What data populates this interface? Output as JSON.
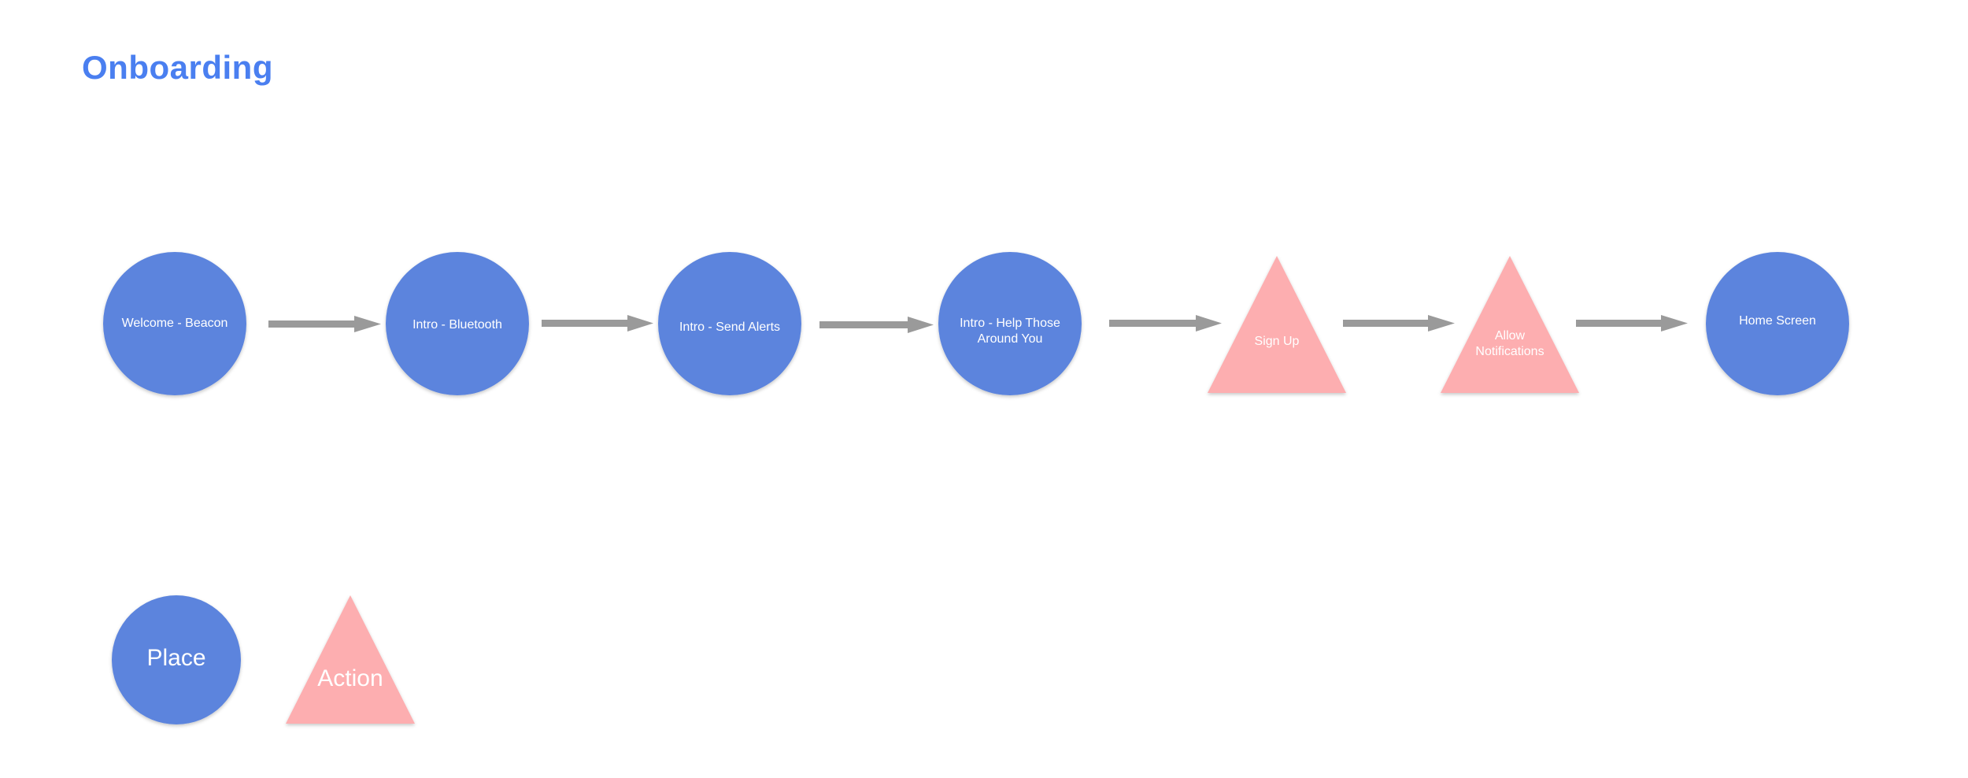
{
  "title": "Onboarding",
  "colors": {
    "title": "#4a7ff0",
    "place": "#5b84dd",
    "action": "#fdaeb0",
    "arrow": "#9a9a9a",
    "label": "#ffffff"
  },
  "flow": {
    "nodes": [
      {
        "id": "welcome-beacon",
        "shape": "place",
        "label": "Welcome - Beacon"
      },
      {
        "id": "intro-bluetooth",
        "shape": "place",
        "label": "Intro - Bluetooth"
      },
      {
        "id": "intro-send-alerts",
        "shape": "place",
        "label": "Intro - Send Alerts"
      },
      {
        "id": "intro-help-those-around-you",
        "shape": "place",
        "label": "Intro - Help Those Around You"
      },
      {
        "id": "sign-up",
        "shape": "action",
        "label": "Sign Up"
      },
      {
        "id": "allow-notifications",
        "shape": "action",
        "label": "Allow Notifications"
      },
      {
        "id": "home-screen",
        "shape": "place",
        "label": "Home Screen"
      }
    ],
    "edges": [
      {
        "from": "welcome-beacon",
        "to": "intro-bluetooth"
      },
      {
        "from": "intro-bluetooth",
        "to": "intro-send-alerts"
      },
      {
        "from": "intro-send-alerts",
        "to": "intro-help-those-around-you"
      },
      {
        "from": "intro-help-those-around-you",
        "to": "sign-up"
      },
      {
        "from": "sign-up",
        "to": "allow-notifications"
      },
      {
        "from": "allow-notifications",
        "to": "home-screen"
      }
    ]
  },
  "legend": {
    "place_label": "Place",
    "action_label": "Action"
  }
}
